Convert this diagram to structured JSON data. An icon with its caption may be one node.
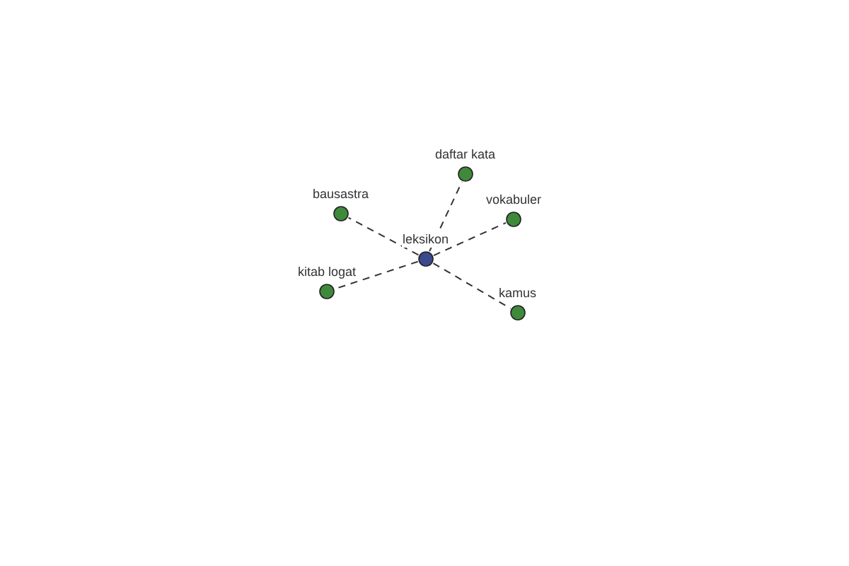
{
  "diagram": {
    "nodes": [
      {
        "text": [
          "leksikon"
        ]
      },
      {
        "text": [
          "daftar kata"
        ]
      },
      {
        "text": [
          "bausastra"
        ]
      },
      {
        "text": [
          "vokabuler"
        ]
      },
      {
        "text": [
          "kitab logat"
        ]
      },
      {
        "text": [
          "kamus"
        ]
      }
    ],
    "edges": [
      {
        "from": 0,
        "to": 1,
        "arrow": "none",
        "style": "dashed"
      },
      {
        "from": 0,
        "to": 2,
        "arrow": "none",
        "style": "dashed"
      },
      {
        "from": 0,
        "to": 3,
        "arrow": "none",
        "style": "dashed"
      },
      {
        "from": 0,
        "to": 4,
        "arrow": "none",
        "style": "dashed"
      },
      {
        "from": 0,
        "to": 5,
        "arrow": "none",
        "style": "dashed"
      }
    ]
  }
}
